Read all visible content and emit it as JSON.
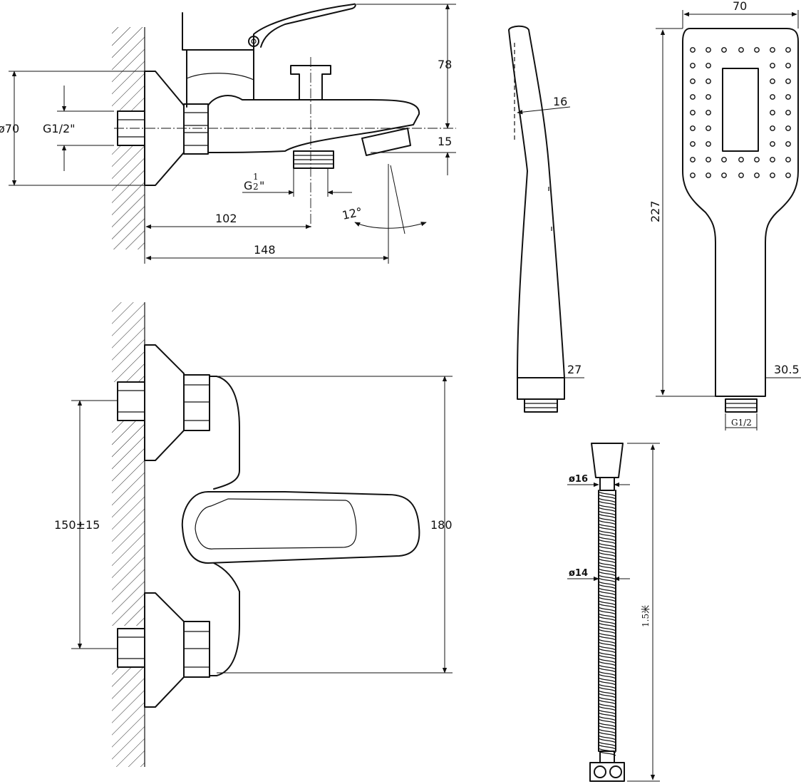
{
  "labels": {
    "dia70": "ø70",
    "g12": "G1/2\"",
    "dim78": "78",
    "dim15": "15",
    "g_half_lead": "G",
    "g_half_num": "1",
    "g_half_den": "2",
    "g_half_tail": "\"",
    "dim102": "102",
    "dim148": "148",
    "angle12": "12°",
    "dim150": "150±15",
    "dim180": "180",
    "dim16": "16",
    "dim27": "27",
    "dim70w": "70",
    "dim227": "227",
    "dim30_5": "30.5",
    "g12_small": "G1/2",
    "phi16": "ø16",
    "phi14": "ø14",
    "hose_len": "1.5米"
  },
  "colors": {
    "line": "#111111",
    "background": "#ffffff"
  }
}
